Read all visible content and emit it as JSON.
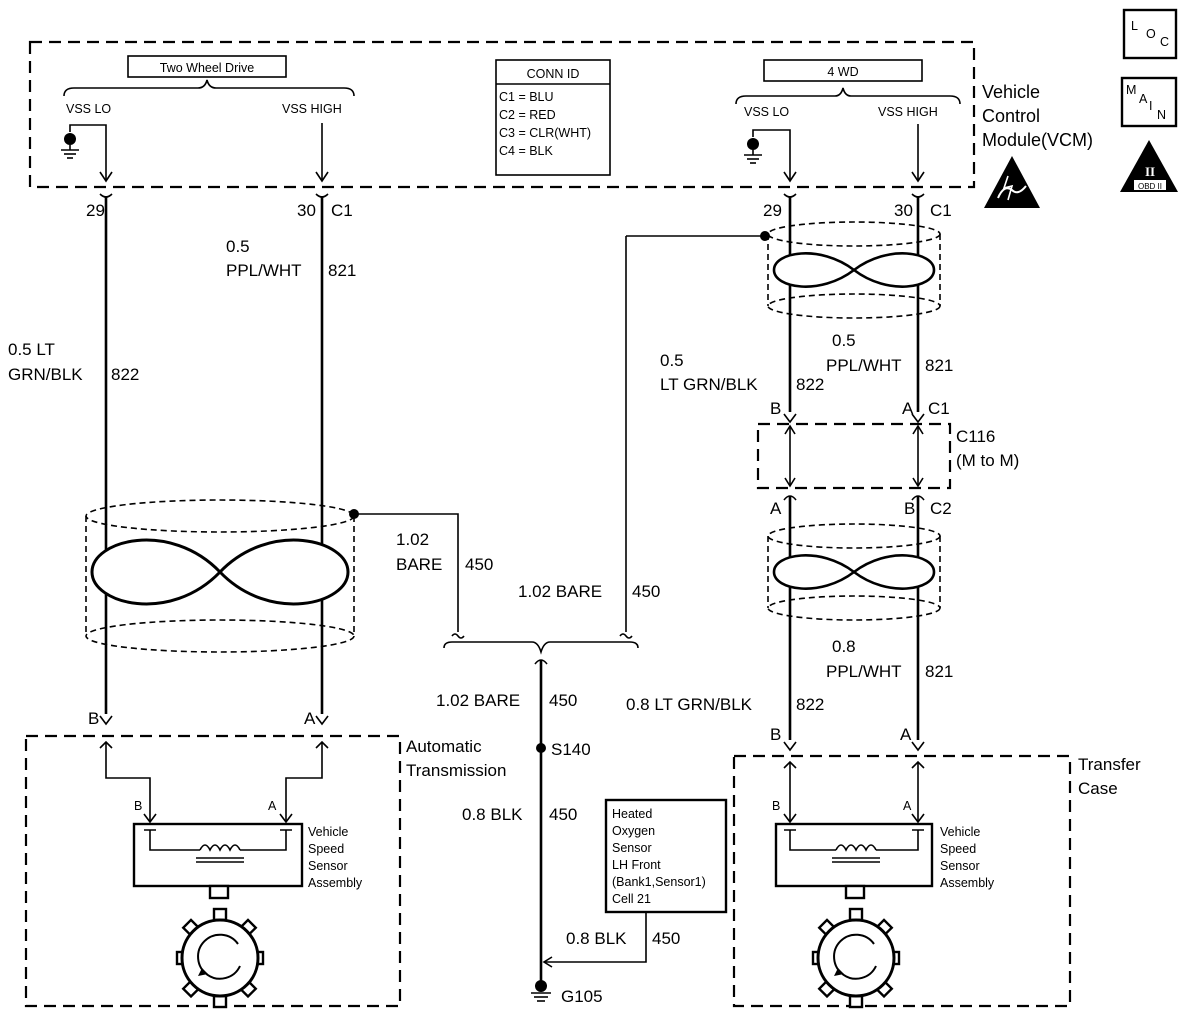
{
  "vcm": {
    "label_line1": "Vehicle",
    "label_line2": "Control",
    "label_line3": "Module(VCM)",
    "two_wd_label": "Two Wheel Drive",
    "four_wd_label": "4 WD",
    "vss_lo": "VSS LO",
    "vss_high": "VSS HIGH",
    "conn_id": {
      "title": "CONN ID",
      "lines": [
        "C1 = BLU",
        "C2 = RED",
        "C3 = CLR(WHT)",
        "C4 = BLK"
      ]
    }
  },
  "icons": {
    "loc": "location-icon",
    "main": "main-icon",
    "obd": "obd-ii-icon",
    "esd": "esd-warning-icon",
    "loc_letters": [
      "L",
      "O",
      "C"
    ],
    "main_letters": [
      "M",
      "A",
      "I",
      "N"
    ],
    "obd_numeral": "II",
    "obd_text": "OBD II"
  },
  "left": {
    "pin29": "29",
    "pin30": "30",
    "c1": "C1",
    "wire821_gauge": "0.5",
    "wire821_color": "PPL/WHT",
    "wire821_num": "821",
    "wire822_gauge_color": "0.5 LT",
    "wire822_color2": "GRN/BLK",
    "wire822_num": "822",
    "bare_gauge": "1.02",
    "bare_label": "BARE",
    "bare_num": "450",
    "pin_b": "B",
    "pin_a": "A",
    "assembly_label_1": "Automatic",
    "assembly_label_2": "Transmission",
    "sensor_b": "B",
    "sensor_a": "A",
    "sensor_name": [
      "Vehicle",
      "Speed",
      "Sensor",
      "Assembly"
    ]
  },
  "center": {
    "bare_mid": "1.02 BARE",
    "bare_mid_num": "450",
    "bare_down": "1.02 BARE",
    "bare_down_num": "450",
    "splice": "S140",
    "blk_gauge": "0.8 BLK",
    "blk_num": "450",
    "heated_sensor": [
      "Heated",
      "Oxygen",
      "Sensor",
      "LH Front",
      "(Bank1,Sensor1)",
      "Cell 21"
    ],
    "blk2_gauge": "0.8 BLK",
    "blk2_num": "450",
    "ground": "G105"
  },
  "right": {
    "pin29": "29",
    "pin30": "30",
    "c1_top": "C1",
    "wire821_gauge": "0.5",
    "wire821_color": "PPL/WHT",
    "wire821_num": "821",
    "wire822_gauge": "0.5",
    "wire822_color": "LT GRN/BLK",
    "wire822_num": "822",
    "pinB_top": "B",
    "pinA_top": "A",
    "c1": "C1",
    "c116": "C116",
    "c116_sub": "(M to M)",
    "pinA_bot": "A",
    "pinB_bot": "B",
    "c2": "C2",
    "wire821b_gauge": "0.8",
    "wire821b_color": "PPL/WHT",
    "wire821b_num": "821",
    "wire822b": "0.8 LT GRN/BLK",
    "wire822b_num": "822",
    "pin_b": "B",
    "pin_a": "A",
    "assembly_label_1": "Transfer",
    "assembly_label_2": "Case",
    "sensor_b": "B",
    "sensor_a": "A",
    "sensor_name": [
      "Vehicle",
      "Speed",
      "Sensor",
      "Assembly"
    ]
  }
}
